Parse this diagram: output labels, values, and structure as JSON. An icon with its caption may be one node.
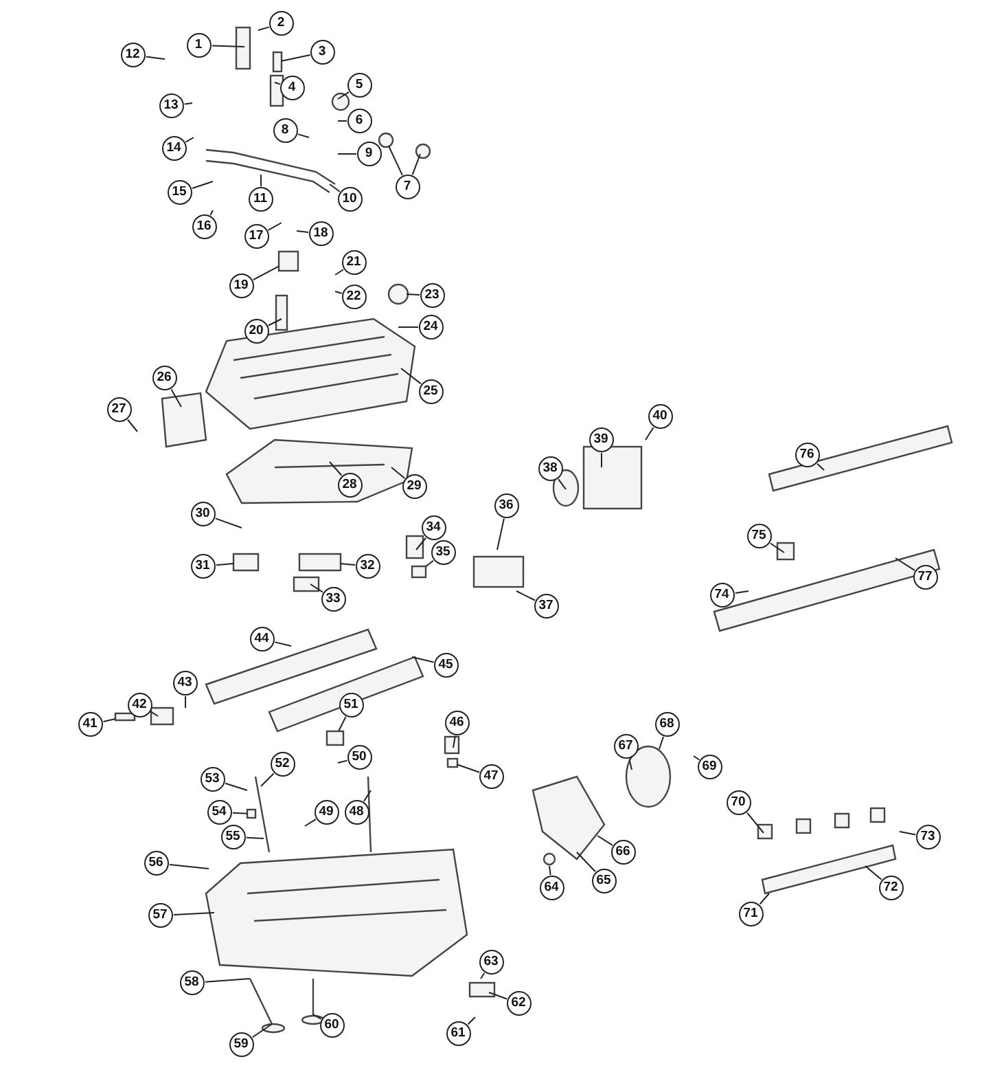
{
  "diagram": {
    "nodes": [
      {
        "text": [
          "1"
        ]
      },
      {
        "text": [
          "2"
        ]
      },
      {
        "text": [
          "3"
        ]
      },
      {
        "text": [
          "4"
        ]
      },
      {
        "text": [
          "5"
        ]
      },
      {
        "text": [
          "6"
        ]
      },
      {
        "text": [
          "7"
        ]
      },
      {
        "text": [
          "8"
        ]
      },
      {
        "text": [
          "9"
        ]
      },
      {
        "text": [
          "10"
        ]
      },
      {
        "text": [
          "11"
        ]
      },
      {
        "text": [
          "12"
        ]
      },
      {
        "text": [
          "13"
        ]
      },
      {
        "text": [
          "14"
        ]
      },
      {
        "text": [
          "15"
        ]
      },
      {
        "text": [
          "16"
        ]
      },
      {
        "text": [
          "17"
        ]
      },
      {
        "text": [
          "18"
        ]
      },
      {
        "text": [
          "19"
        ]
      },
      {
        "text": [
          "20"
        ]
      },
      {
        "text": [
          "21"
        ]
      },
      {
        "text": [
          "22"
        ]
      },
      {
        "text": [
          "23"
        ]
      },
      {
        "text": [
          "24"
        ]
      },
      {
        "text": [
          "25"
        ]
      },
      {
        "text": [
          "26"
        ]
      },
      {
        "text": [
          "27"
        ]
      },
      {
        "text": [
          "28"
        ]
      },
      {
        "text": [
          "29"
        ]
      },
      {
        "text": [
          "30"
        ]
      },
      {
        "text": [
          "31"
        ]
      },
      {
        "text": [
          "32"
        ]
      },
      {
        "text": [
          "33"
        ]
      },
      {
        "text": [
          "34"
        ]
      },
      {
        "text": [
          "35"
        ]
      },
      {
        "text": [
          "36"
        ]
      },
      {
        "text": [
          "37"
        ]
      },
      {
        "text": [
          "38"
        ]
      },
      {
        "text": [
          "39"
        ]
      },
      {
        "text": [
          "40"
        ]
      },
      {
        "text": [
          "41"
        ]
      },
      {
        "text": [
          "42"
        ]
      },
      {
        "text": [
          "43"
        ]
      },
      {
        "text": [
          "44"
        ]
      },
      {
        "text": [
          "45"
        ]
      },
      {
        "text": [
          "46"
        ]
      },
      {
        "text": [
          "47"
        ]
      },
      {
        "text": [
          "48"
        ]
      },
      {
        "text": [
          "49"
        ]
      },
      {
        "text": [
          "50"
        ]
      },
      {
        "text": [
          "51"
        ]
      },
      {
        "text": [
          "52"
        ]
      },
      {
        "text": [
          "53"
        ]
      },
      {
        "text": [
          "54"
        ]
      },
      {
        "text": [
          "55"
        ]
      },
      {
        "text": [
          "56"
        ]
      },
      {
        "text": [
          "57"
        ]
      },
      {
        "text": [
          "58"
        ]
      },
      {
        "text": [
          "59"
        ]
      },
      {
        "text": [
          "60"
        ]
      },
      {
        "text": [
          "61"
        ]
      },
      {
        "text": [
          "62"
        ]
      },
      {
        "text": [
          "63"
        ]
      },
      {
        "text": [
          "64"
        ]
      },
      {
        "text": [
          "65"
        ]
      },
      {
        "text": [
          "66"
        ]
      },
      {
        "text": [
          "67"
        ]
      },
      {
        "text": [
          "68"
        ]
      },
      {
        "text": [
          "69"
        ]
      },
      {
        "text": [
          "70"
        ]
      },
      {
        "text": [
          "71"
        ]
      },
      {
        "text": [
          "72"
        ]
      },
      {
        "text": [
          "73"
        ]
      },
      {
        "text": [
          "74"
        ]
      },
      {
        "text": [
          "75"
        ]
      },
      {
        "text": [
          "76"
        ]
      },
      {
        "text": [
          "77"
        ]
      },
      {
        "text": [],
        "shape": "box"
      },
      {
        "text": [],
        "shape": "circle"
      },
      {
        "text": [],
        "shape": "box"
      },
      {
        "text": [],
        "shape": "box"
      },
      {
        "text": [],
        "shape": "box"
      },
      {
        "text": [],
        "shape": "box"
      },
      {
        "text": [],
        "shape": "box"
      },
      {
        "text": [],
        "shape": "box"
      }
    ],
    "edges": [
      {
        "from": 0,
        "to": null,
        "arrow": "none"
      },
      {
        "from": 1,
        "to": null,
        "arrow": "none"
      },
      {
        "from": 2,
        "to": 77,
        "arrow": "none"
      },
      {
        "from": 3,
        "to": null,
        "arrow": "none"
      },
      {
        "from": 4,
        "to": null,
        "arrow": "none"
      },
      {
        "from": 5,
        "to": null,
        "arrow": "none"
      },
      {
        "from": 6,
        "to": 78,
        "arrow": "none"
      },
      {
        "from": 6,
        "to": null,
        "arrow": "none"
      },
      {
        "from": 7,
        "to": null,
        "arrow": "none"
      },
      {
        "from": 8,
        "to": null,
        "arrow": "none"
      },
      {
        "from": 9,
        "to": null,
        "arrow": "none"
      },
      {
        "from": 10,
        "to": null,
        "arrow": "none"
      },
      {
        "from": 11,
        "to": null,
        "arrow": "none"
      },
      {
        "from": 12,
        "to": null,
        "arrow": "none"
      },
      {
        "from": 13,
        "to": null,
        "arrow": "none"
      },
      {
        "from": 14,
        "to": null,
        "arrow": "none"
      },
      {
        "from": 15,
        "to": null,
        "arrow": "none"
      },
      {
        "from": 16,
        "to": null,
        "arrow": "none"
      },
      {
        "from": 17,
        "to": null,
        "arrow": "none"
      },
      {
        "from": 18,
        "to": 79,
        "arrow": "none"
      },
      {
        "from": 19,
        "to": null,
        "arrow": "none"
      },
      {
        "from": 20,
        "to": null,
        "arrow": "none"
      },
      {
        "from": 21,
        "to": null,
        "arrow": "none"
      },
      {
        "from": 22,
        "to": null,
        "arrow": "none"
      },
      {
        "from": 23,
        "to": null,
        "arrow": "none"
      },
      {
        "from": 24,
        "to": null,
        "arrow": "none"
      },
      {
        "from": 25,
        "to": null,
        "arrow": "none"
      },
      {
        "from": 26,
        "to": null,
        "arrow": "none"
      },
      {
        "from": 27,
        "to": null,
        "arrow": "none"
      },
      {
        "from": 28,
        "to": null,
        "arrow": "none"
      },
      {
        "from": 29,
        "to": null,
        "arrow": "none"
      },
      {
        "from": 30,
        "to": null,
        "arrow": "none"
      },
      {
        "from": 31,
        "to": null,
        "arrow": "none"
      },
      {
        "from": 32,
        "to": null,
        "arrow": "none"
      },
      {
        "from": 33,
        "to": null,
        "arrow": "none"
      },
      {
        "from": 34,
        "to": 80,
        "arrow": "none"
      },
      {
        "from": 35,
        "to": null,
        "arrow": "none"
      },
      {
        "from": 36,
        "to": null,
        "arrow": "none"
      },
      {
        "from": 37,
        "to": null,
        "arrow": "none"
      },
      {
        "from": 38,
        "to": null,
        "arrow": "none"
      },
      {
        "from": 39,
        "to": null,
        "arrow": "none"
      },
      {
        "from": 40,
        "to": 81,
        "arrow": "none"
      },
      {
        "from": 41,
        "to": null,
        "arrow": "none"
      },
      {
        "from": 42,
        "to": null,
        "arrow": "none"
      },
      {
        "from": 43,
        "to": null,
        "arrow": "none"
      },
      {
        "from": 44,
        "to": null,
        "arrow": "none"
      },
      {
        "from": 45,
        "to": null,
        "arrow": "none"
      },
      {
        "from": 46,
        "to": 82,
        "arrow": "none"
      },
      {
        "from": 47,
        "to": null,
        "arrow": "none"
      },
      {
        "from": 48,
        "to": null,
        "arrow": "none"
      },
      {
        "from": 49,
        "to": null,
        "arrow": "none"
      },
      {
        "from": 50,
        "to": 84,
        "arrow": "none"
      },
      {
        "from": 51,
        "to": null,
        "arrow": "none"
      },
      {
        "from": 52,
        "to": null,
        "arrow": "none"
      },
      {
        "from": 53,
        "to": 83,
        "arrow": "none"
      },
      {
        "from": 54,
        "to": null,
        "arrow": "none"
      },
      {
        "from": 55,
        "to": null,
        "arrow": "none"
      },
      {
        "from": 56,
        "to": null,
        "arrow": "none"
      },
      {
        "from": 57,
        "to": null,
        "arrow": "none"
      },
      {
        "from": 58,
        "to": null,
        "arrow": "none"
      },
      {
        "from": 59,
        "to": null,
        "arrow": "none"
      },
      {
        "from": 60,
        "to": null,
        "arrow": "none"
      },
      {
        "from": 61,
        "to": null,
        "arrow": "none"
      },
      {
        "from": 62,
        "to": null,
        "arrow": "none"
      },
      {
        "from": 63,
        "to": null,
        "arrow": "none"
      },
      {
        "from": 64,
        "to": null,
        "arrow": "none"
      },
      {
        "from": 65,
        "to": null,
        "arrow": "none"
      },
      {
        "from": 66,
        "to": null,
        "arrow": "none"
      },
      {
        "from": 67,
        "to": null,
        "arrow": "none"
      },
      {
        "from": 68,
        "to": null,
        "arrow": "none"
      },
      {
        "from": 69,
        "to": null,
        "arrow": "none"
      },
      {
        "from": 70,
        "to": null,
        "arrow": "none"
      },
      {
        "from": 71,
        "to": null,
        "arrow": "none"
      },
      {
        "from": 72,
        "to": null,
        "arrow": "none"
      },
      {
        "from": 73,
        "to": null,
        "arrow": "none"
      },
      {
        "from": 74,
        "to": null,
        "arrow": "none"
      },
      {
        "from": 75,
        "to": null,
        "arrow": "none"
      },
      {
        "from": 76,
        "to": null,
        "arrow": "none"
      }
    ]
  }
}
